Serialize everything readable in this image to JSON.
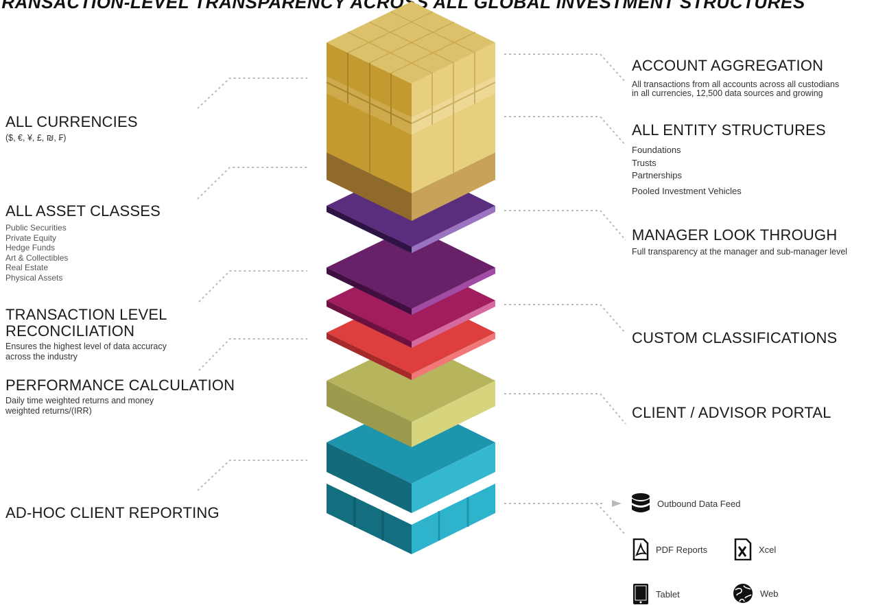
{
  "title": "TRANSACTION-LEVEL TRANSPARENCY ACROSS ALL GLOBAL INVESTMENT STRUCTURES",
  "left": {
    "currencies": {
      "heading": "ALL CURRENCIES",
      "sub": "($, €, ¥,  £, ₪, ₣)"
    },
    "asset_classes": {
      "heading": "ALL ASSET CLASSES",
      "items": [
        "Public Securities",
        "Private Equity",
        "Hedge Funds",
        "Art & Collectibles",
        "Real Estate",
        "Physical Assets"
      ]
    },
    "reconciliation": {
      "heading_line1": "TRANSACTION LEVEL",
      "heading_line2": "RECONCILIATION",
      "sub_line1": "Ensures the highest level of data accuracy",
      "sub_line2": "across the industry"
    },
    "performance": {
      "heading": "PERFORMANCE CALCULATION",
      "sub_line1": "Daily time weighted returns and money",
      "sub_line2": "weighted returns/(IRR)"
    },
    "reporting": {
      "heading": "AD-HOC CLIENT REPORTING"
    }
  },
  "right": {
    "aggregation": {
      "heading": "ACCOUNT AGGREGATION",
      "sub_line1": "All transactions from all accounts across all custodians",
      "sub_line2": "in all currencies, 12,500 data sources and growing"
    },
    "entities": {
      "heading": "ALL ENTITY STRUCTURES",
      "items": [
        "Foundations",
        "Trusts",
        "Partnerships",
        "Pooled Investment Vehicles"
      ]
    },
    "manager": {
      "heading": "MANAGER LOOK THROUGH",
      "sub": "Full transparency at the manager and sub-manager level"
    },
    "classifications": {
      "heading": "CUSTOM CLASSIFICATIONS"
    },
    "portal": {
      "heading": "CLIENT / ADVISOR PORTAL"
    }
  },
  "outputs": {
    "datafeed": {
      "label": "Outbound Data Feed",
      "icon": "database-icon"
    },
    "pdf": {
      "label": "PDF Reports",
      "icon": "pdf-icon"
    },
    "xcel": {
      "label": "Xcel",
      "icon": "excel-icon"
    },
    "tablet": {
      "label": "Tablet",
      "icon": "tablet-icon"
    },
    "web": {
      "label": "Web",
      "icon": "globe-icon"
    }
  },
  "colors": {
    "gold": "#D9B550",
    "bronze": "#A87C3A",
    "purple": "#5A2E7E",
    "plum": "#6A2266",
    "magenta": "#A31C5C",
    "red": "#E04040",
    "olive": "#C9C66A",
    "teal": "#1E9AB0"
  }
}
